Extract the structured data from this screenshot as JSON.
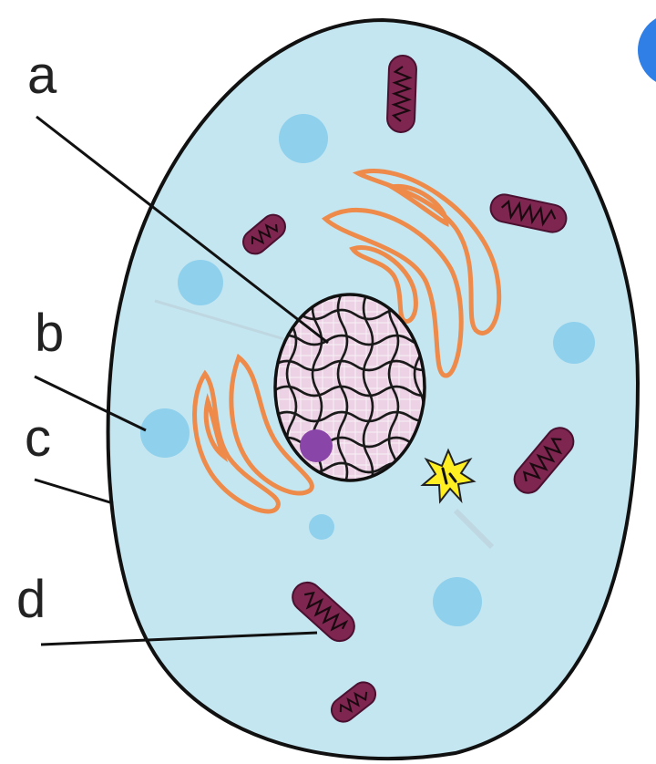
{
  "labels": {
    "a": "a",
    "b": "b",
    "c": "c",
    "d": "d"
  },
  "colors": {
    "cytoplasm": "#c4e6f1",
    "membrane": "#111111",
    "vacuole": "#8fd0ec",
    "nucleus_fill": "#ecd2e4",
    "chromatin": "#1a1a1a",
    "nucleolus": "#8a45a8",
    "golgi": "#ee8a4a",
    "mitochondria": "#7e2650",
    "mitochondria_cristae": "#1a0a10",
    "centrosome": "#ffee22",
    "corner_blob": "#2f7fe6",
    "label_text": "#222222"
  },
  "icons": [
    "cell-membrane-shape",
    "nucleus-shape",
    "nucleolus-shape",
    "golgi-shape",
    "mitochondrion-shape",
    "vacuole-shape",
    "centrosome-star-icon"
  ]
}
